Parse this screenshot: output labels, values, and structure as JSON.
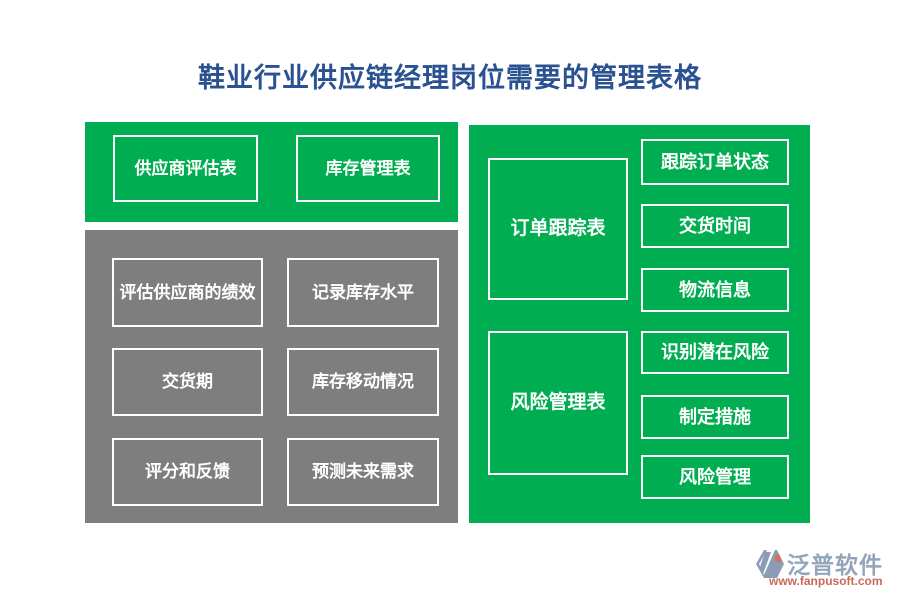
{
  "title": "鞋业行业供应链经理岗位需要的管理表格",
  "colors": {
    "panel_green": "#00AD50",
    "panel_gray": "#7E7E7E",
    "title_blue": "#2A5191",
    "box_border": "#FFFFFF",
    "box_text": "#FFFFFF",
    "logo_brand_gray_blue": "#93A5BC",
    "logo_url_red": "#C9695B"
  },
  "supplier_inventory_panel": {
    "items": [
      "供应商评估表",
      "库存管理表"
    ]
  },
  "detail_panel": {
    "items": [
      "评估供应商的绩效",
      "记录库存水平",
      "交货期",
      "库存移动情况",
      "评分和反馈",
      "预测未来需求"
    ]
  },
  "tracking_risk_panel": {
    "groups": [
      {
        "header": "订单跟踪表",
        "items": [
          "跟踪订单状态",
          "交货时间",
          "物流信息"
        ]
      },
      {
        "header": "风险管理表",
        "items": [
          "识别潜在风险",
          "制定措施",
          "风险管理"
        ]
      }
    ]
  },
  "logo": {
    "brand": "泛普软件",
    "url": "www.fanpusoft.com"
  }
}
